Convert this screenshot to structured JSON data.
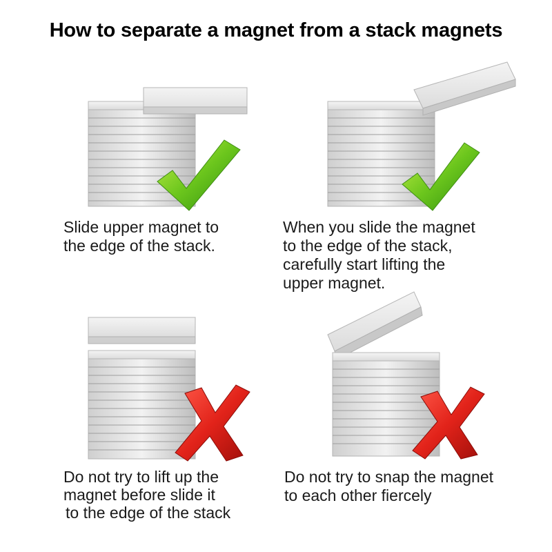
{
  "title": "How to separate a magnet from a stack magnets",
  "panels": [
    {
      "status": "correct",
      "status_icon": "green-checkmark-icon",
      "caption": [
        "Slide upper magnet to",
        "the edge of the stack."
      ]
    },
    {
      "status": "correct",
      "status_icon": "green-checkmark-icon",
      "caption": [
        "When you slide the magnet",
        "to the edge of the stack,",
        "carefully start lifting the",
        "upper magnet."
      ]
    },
    {
      "status": "incorrect",
      "status_icon": "red-x-icon",
      "caption": [
        "Do not try to lift up the",
        "magnet before slide it",
        "to the edge of the stack"
      ]
    },
    {
      "status": "incorrect",
      "status_icon": "red-x-icon",
      "caption": [
        "Do not try to snap the magnet",
        "to each other fiercely"
      ]
    }
  ],
  "colors": {
    "check_green": "#7ed321",
    "cross_red": "#e2231a",
    "magnet_silver": "#d9d9d9"
  }
}
